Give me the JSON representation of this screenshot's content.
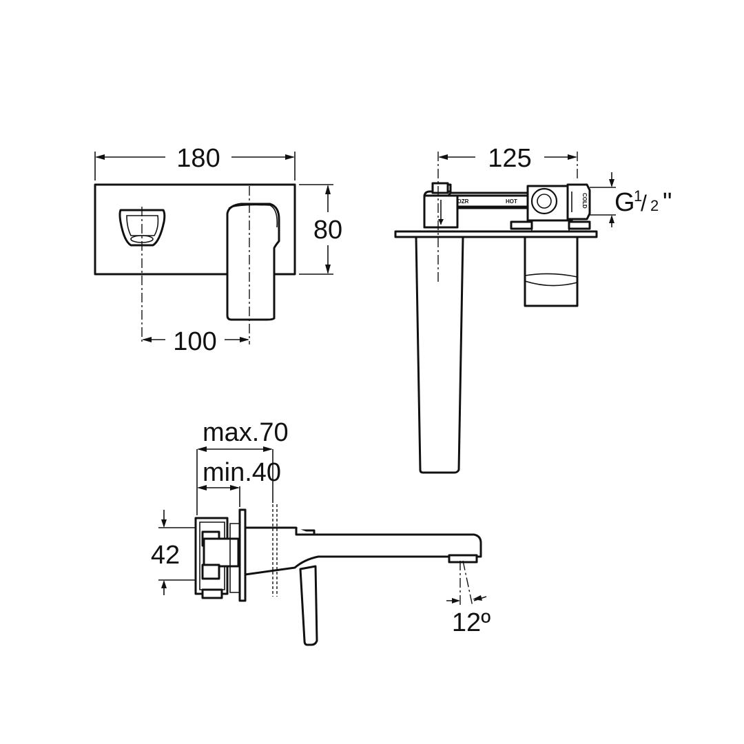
{
  "front_view": {
    "width_label": "180",
    "height_label": "80",
    "axis_spacing_label": "100"
  },
  "top_view": {
    "depth_label": "125",
    "thread_label_main": "G",
    "thread_label_num": "1",
    "thread_label_den": "2",
    "thread_label_suffix": "\"",
    "tag_left": "DZR",
    "tag_hot": "HOT",
    "tag_cold": "COLD"
  },
  "side_view": {
    "wall_max_label": "max.70",
    "wall_min_label": "min.40",
    "body_height_label": "42",
    "spout_angle_label": "12º"
  }
}
